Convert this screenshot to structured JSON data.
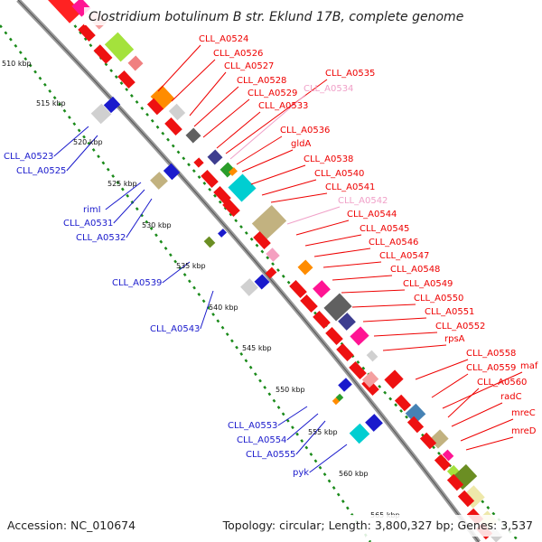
{
  "title": "Clostridium botulinum B str. Eklund 17B, complete genome",
  "footer": {
    "accession": "Accession: NC_010674",
    "summary": "Topology: circular; Length: 3,800,327 bp; Genes: 3,537"
  },
  "colors": {
    "forward_label": "#ee0000",
    "reverse_label": "#1a1acc",
    "rna_label": "#f0a0c8",
    "ruler": "#1a8a1a",
    "backbone": "#999999"
  },
  "ticks": [
    "510 kbp",
    "515 kbp",
    "520 kbp",
    "525 kbp",
    "530 kbp",
    "535 kbp",
    "540 kbp",
    "545 kbp",
    "550 kbp",
    "555 kbp",
    "560 kbp",
    "565 kbp"
  ],
  "forward_labels": [
    "CLL_A0524",
    "CLL_A0526",
    "CLL_A0527",
    "CLL_A0528",
    "CLL_A0529",
    "CLL_A0533",
    "CLL_A0535",
    "CLL_A0534",
    "CLL_A0536",
    "gldA",
    "CLL_A0538",
    "CLL_A0540",
    "CLL_A0541",
    "CLL_A0542",
    "CLL_A0544",
    "CLL_A0545",
    "CLL_A0546",
    "CLL_A0547",
    "CLL_A0548",
    "CLL_A0549",
    "CLL_A0550",
    "CLL_A0551",
    "CLL_A0552",
    "rpsA",
    "CLL_A0558",
    "CLL_A0559",
    "maf",
    "CLL_A0560",
    "radC",
    "mreC",
    "mreD"
  ],
  "reverse_labels": [
    "CLL_A0523",
    "CLL_A0525",
    "rimI",
    "CLL_A0531",
    "CLL_A0532",
    "CLL_A0539",
    "CLL_A0543",
    "CLL_A0553",
    "CLL_A0554",
    "CLL_A0555",
    "pyk"
  ]
}
